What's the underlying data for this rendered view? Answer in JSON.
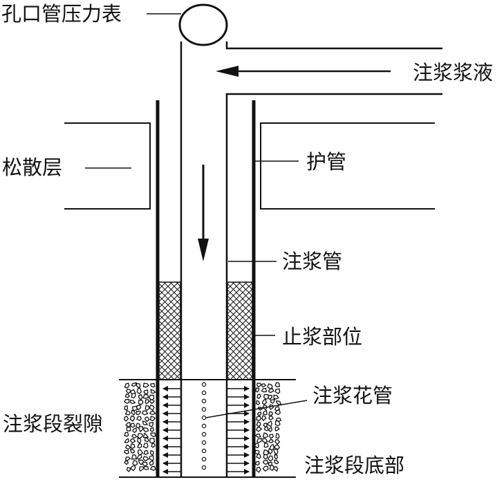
{
  "labels": {
    "pressure_gauge": "孔口管压力表",
    "grout_slurry": "注浆浆液",
    "loose_layer": "松散层",
    "casing": "护管",
    "grout_pipe": "注浆管",
    "grout_stop": "止浆部位",
    "perforated_pipe": "注浆花管",
    "grout_fissure": "注浆段裂隙",
    "grout_bottom": "注浆段底部"
  },
  "colors": {
    "line": "#111111",
    "background": "#ffffff"
  },
  "icons": {
    "gauge": "pressure-gauge-icon",
    "flow_in": "arrow-left-icon",
    "flow_down": "arrow-down-icon"
  }
}
